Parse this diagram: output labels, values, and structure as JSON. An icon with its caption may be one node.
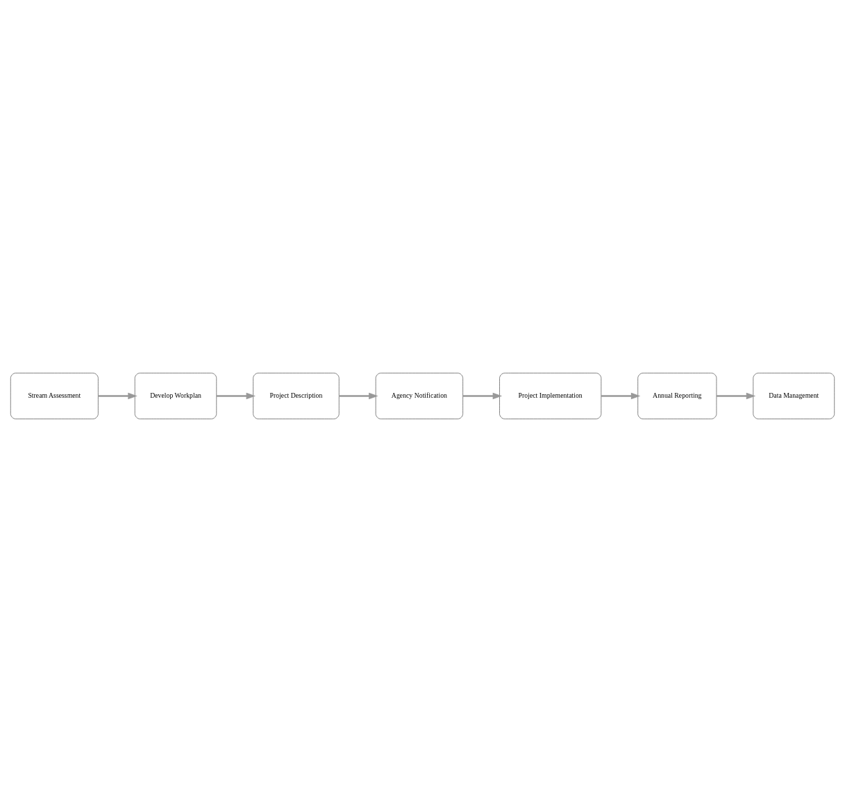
{
  "diagram": {
    "nodes": [
      {
        "text": [
          "Stream Assessment"
        ]
      },
      {
        "text": [
          "Develop Workplan"
        ]
      },
      {
        "text": [
          "Project Description"
        ]
      },
      {
        "text": [
          "Agency Notification"
        ]
      },
      {
        "text": [
          "Project Implementation"
        ]
      },
      {
        "text": [
          "Annual Reporting"
        ]
      },
      {
        "text": [
          "Data Management"
        ]
      }
    ],
    "edges": [
      {
        "from": 0,
        "to": 1,
        "arrow": "to"
      },
      {
        "from": 1,
        "to": 2,
        "arrow": "to"
      },
      {
        "from": 2,
        "to": 3,
        "arrow": "to"
      },
      {
        "from": 3,
        "to": 4,
        "arrow": "to"
      },
      {
        "from": 4,
        "to": 5,
        "arrow": "to"
      },
      {
        "from": 5,
        "to": 6,
        "arrow": "to"
      }
    ]
  }
}
